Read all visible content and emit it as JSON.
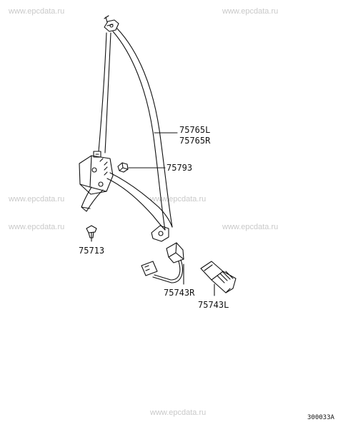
{
  "watermark": "www.epcdata.ru",
  "part_numbers": {
    "belt_left": "75765L",
    "belt_right": "75765R",
    "bolt_top": "75793",
    "bolt_lower": "75713",
    "buckle_right": "75743R",
    "buckle_left": "75743L"
  },
  "diagram_code": "300033A"
}
